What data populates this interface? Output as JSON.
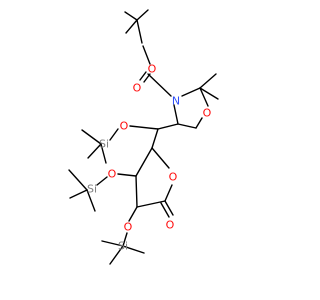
{
  "colors": {
    "bond": "#000000",
    "carbon": "#000000",
    "oxygen": "#ff0d0d",
    "nitrogen": "#3050f8",
    "silicon": "#808080",
    "background": "#ffffff"
  },
  "atoms": {
    "o_carbonyl_boc": "O",
    "o_ester_boc": "O",
    "n_oxazolidine": "N",
    "o_oxazolidine": "O",
    "o_tms_side": "O",
    "si_side": "Si",
    "o_ring": "O",
    "o_tms_upper": "O",
    "si_upper": "Si",
    "o_lactone_carbonyl": "O",
    "o_tms_lower": "O",
    "si_lower": "Si"
  }
}
